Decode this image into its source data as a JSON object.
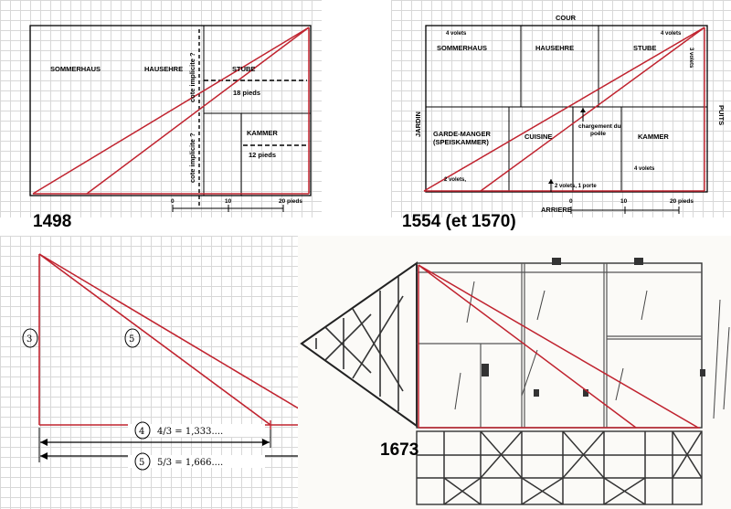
{
  "plan_1498": {
    "caption": "1498",
    "rooms": {
      "sommerhaus": "SOMMERHAUS",
      "hausehre": "HAUSEHRE",
      "stube": "STUBE",
      "kammer": "KAMMER"
    },
    "annotations": {
      "cote_top": "cote implicite ?",
      "cote_bottom": "cote implicite ?",
      "dim_stube": "18 pieds",
      "dim_kammer": "12 pieds"
    },
    "scale": {
      "t0": "0",
      "t10": "10",
      "t20": "20 pieds"
    }
  },
  "plan_1554": {
    "caption": "1554 (et 1570)",
    "rooms": {
      "sommerhaus": "SOMMERHAUS",
      "hausehre": "HAUSEHRE",
      "stube": "STUBE",
      "garde_manger": "GARDE-MANGER",
      "speiskammer": "(SPEISKAMMER)",
      "cuisine": "CUISINE",
      "kammer": "KAMMER"
    },
    "sides": {
      "cour": "COUR",
      "jardin": "JARDIN",
      "puits": "PUITS",
      "arriere": "ARRIERE"
    },
    "notes": {
      "volets_a": "4 volets",
      "volets_b": "4 volets",
      "volets_c": "3 volets",
      "volets_d": "2 volets,",
      "volets_e": "4 volets",
      "chargement_1": "chargement du",
      "chargement_2": "poêle",
      "porte": "2 volets, 1 porte"
    },
    "scale": {
      "t0": "0",
      "t10": "10",
      "t20": "20 pieds"
    }
  },
  "triangle": {
    "side_a": "3",
    "side_c": "5",
    "ratio_a_label": "4",
    "ratio_a_text": "4/3 = 1,333....",
    "ratio_b_label": "5",
    "ratio_b_text": "5/3 = 1,666...."
  },
  "plan_1673": {
    "caption": "1673"
  },
  "colors": {
    "red": "#c0232f",
    "ink": "#000000",
    "grid": "#d8d8d8"
  }
}
